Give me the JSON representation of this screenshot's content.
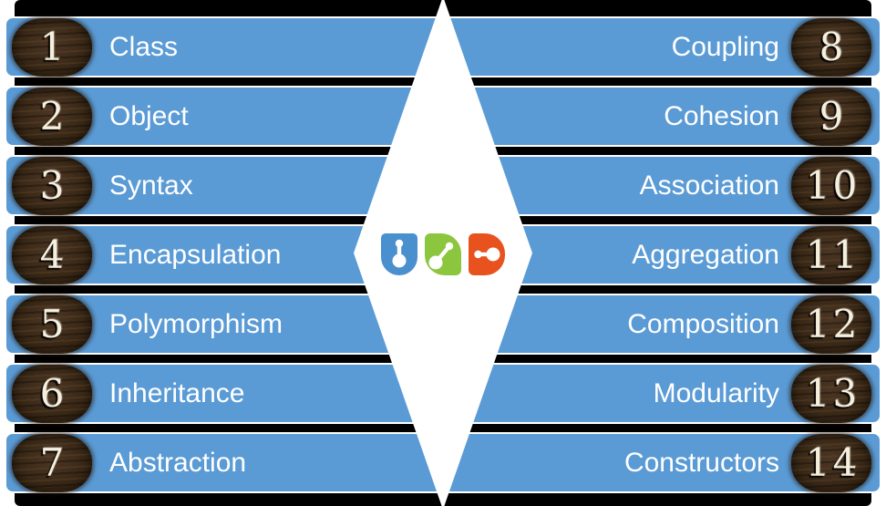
{
  "rows": [
    {
      "left": {
        "number": "1",
        "label": "Class"
      },
      "right": {
        "number": "8",
        "label": "Coupling"
      }
    },
    {
      "left": {
        "number": "2",
        "label": "Object"
      },
      "right": {
        "number": "9",
        "label": "Cohesion"
      }
    },
    {
      "left": {
        "number": "3",
        "label": "Syntax"
      },
      "right": {
        "number": "10",
        "label": "Association"
      }
    },
    {
      "left": {
        "number": "4",
        "label": "Encapsulation"
      },
      "right": {
        "number": "11",
        "label": "Aggregation"
      }
    },
    {
      "left": {
        "number": "5",
        "label": "Polymorphism"
      },
      "right": {
        "number": "12",
        "label": "Composition"
      }
    },
    {
      "left": {
        "number": "6",
        "label": "Inheritance"
      },
      "right": {
        "number": "13",
        "label": "Modularity"
      }
    },
    {
      "left": {
        "number": "7",
        "label": "Abstraction"
      },
      "right": {
        "number": "14",
        "label": "Constructors"
      }
    }
  ],
  "logo": {
    "icons": [
      {
        "name": "shield-node-icon",
        "color": "#4a8fce"
      },
      {
        "name": "leaf-link-icon",
        "color": "#8cc63f"
      },
      {
        "name": "d-link-icon",
        "color": "#e8521e"
      }
    ]
  },
  "colors": {
    "bar_blue": "#5b9bd5",
    "band_black": "#000000",
    "diamond_white": "#ffffff",
    "badge_wood": "#3a2917",
    "number_cream": "#f5efdd",
    "label_white": "#ffffff"
  }
}
